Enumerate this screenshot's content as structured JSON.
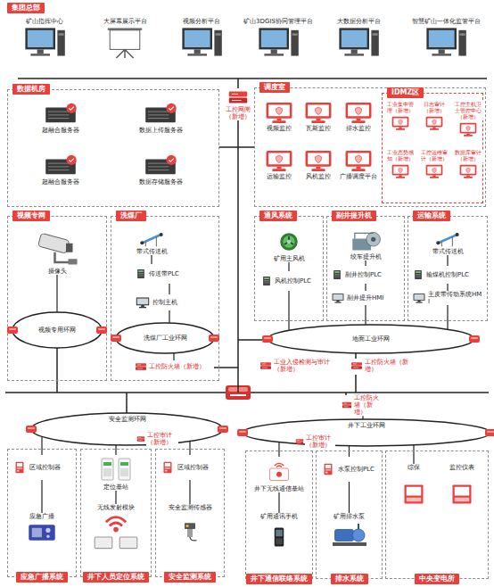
{
  "diagram": {
    "title": "集团总部",
    "nodes": [
      {
        "text": [
          "矿山指挥中心"
        ]
      },
      {
        "text": [
          "大屏幕展示平台"
        ]
      },
      {
        "text": [
          "视频分析平台"
        ]
      },
      {
        "text": [
          "矿山3DGIS协同管理平台"
        ]
      },
      {
        "text": [
          "大数据分析平台"
        ]
      },
      {
        "text": [
          "智慧矿山一体化监管平台"
        ]
      },
      {
        "text": [
          "数据机房"
        ]
      },
      {
        "text": [
          "超融合服务器"
        ],
        "in": 6
      },
      {
        "text": [
          "数据上传服务器"
        ],
        "in": 6
      },
      {
        "text": [
          "超融合服务器"
        ],
        "in": 6
      },
      {
        "text": [
          "数据存储服务器"
        ],
        "in": 6
      },
      {
        "text": [
          "工控网闸（新增）"
        ]
      },
      {
        "text": [
          "调度室"
        ]
      },
      {
        "text": [
          "视频监控"
        ],
        "in": 12
      },
      {
        "text": [
          "瓦斯监控"
        ],
        "in": 12
      },
      {
        "text": [
          "排水监控"
        ],
        "in": 12
      },
      {
        "text": [
          "运输监控"
        ],
        "in": 12
      },
      {
        "text": [
          "风机监控"
        ],
        "in": 12
      },
      {
        "text": [
          "广播调度平台"
        ],
        "in": 12
      },
      {
        "text": [
          "IDMZ区"
        ],
        "in": 12
      },
      {
        "text": [
          "工业集中管理（新增）"
        ],
        "in": 19
      },
      {
        "text": [
          "日志审计（新增）"
        ],
        "in": 19
      },
      {
        "text": [
          "工控主机卫士管控中心（新增）"
        ],
        "in": 19
      },
      {
        "text": [
          "工业态势感知（新增）"
        ],
        "in": 19
      },
      {
        "text": [
          "工控运维审计（新增）"
        ],
        "in": 19
      },
      {
        "text": [
          "数据库审计（新增）"
        ],
        "in": 19
      },
      {
        "text": [
          "视频专网"
        ]
      },
      {
        "text": [
          "摄像头"
        ],
        "in": 26
      },
      {
        "text": [
          "视频专用环网"
        ],
        "in": 26
      },
      {
        "text": [
          "洗煤厂"
        ]
      },
      {
        "text": [
          "带式传送机"
        ],
        "in": 29
      },
      {
        "text": [
          "传送带PLC"
        ],
        "in": 29
      },
      {
        "text": [
          "控制主机"
        ],
        "in": 29
      },
      {
        "text": [
          "洗煤厂工业环网"
        ],
        "in": 29
      },
      {
        "text": [
          "工控防火墙（新增）"
        ],
        "in": 29
      },
      {
        "text": [
          "通风系统"
        ]
      },
      {
        "text": [
          "矿用主风机"
        ],
        "in": 35
      },
      {
        "text": [
          "风机控制PLC"
        ],
        "in": 35
      },
      {
        "text": [
          "副井提升机"
        ]
      },
      {
        "text": [
          "绞车提升机"
        ],
        "in": 38
      },
      {
        "text": [
          "副井控制PLC"
        ],
        "in": 38
      },
      {
        "text": [
          "副井提升HMI"
        ],
        "in": 38
      },
      {
        "text": [
          "运输系统"
        ]
      },
      {
        "text": [
          "带式传送机"
        ],
        "in": 42
      },
      {
        "text": [
          "输煤机控制PLC"
        ],
        "in": 42
      },
      {
        "text": [
          "主皮带传动系统HMI"
        ],
        "in": 42
      },
      {
        "text": [
          "地面工业环网"
        ]
      },
      {
        "text": [
          "工业入侵检测与审计（新增）"
        ]
      },
      {
        "text": [
          "工控防火墙（新增）"
        ]
      },
      {
        "text": [
          "安全监测环网"
        ]
      },
      {
        "text": [
          "工控审计（新增）"
        ]
      },
      {
        "text": [
          "应急广播系统"
        ]
      },
      {
        "text": [
          "区域控制器"
        ],
        "in": 51
      },
      {
        "text": [
          "应急广播"
        ],
        "in": 51
      },
      {
        "text": [
          "井下人员定位系统"
        ]
      },
      {
        "text": [
          "定位基站"
        ],
        "in": 54
      },
      {
        "text": [
          "无线发射模块"
        ],
        "in": 54
      },
      {
        "text": [
          "安全监测系统"
        ]
      },
      {
        "text": [
          "区域控制器"
        ],
        "in": 57
      },
      {
        "text": [
          "安全监测传感器"
        ],
        "in": 57
      },
      {
        "text": [
          "工控防火墙（新增）"
        ]
      },
      {
        "text": [
          "井下工业环网"
        ]
      },
      {
        "text": [
          "工控审计（新增）"
        ]
      },
      {
        "text": [
          "井下通信联络系统"
        ]
      },
      {
        "text": [
          "井下无线通信基站"
        ],
        "in": 63
      },
      {
        "text": [
          "矿用通讯手机"
        ],
        "in": 63
      },
      {
        "text": [
          "排水系统"
        ]
      },
      {
        "text": [
          "水泵控制PLC"
        ],
        "in": 66
      },
      {
        "text": [
          "矿用排水泵"
        ],
        "in": 66
      },
      {
        "text": [
          "中央变电所"
        ]
      },
      {
        "text": [
          "综保"
        ],
        "in": 69
      },
      {
        "text": [
          "监控仪表"
        ],
        "in": 69
      }
    ],
    "edges": [
      {
        "from": 27,
        "to": 28,
        "arrow": "none"
      },
      {
        "from": 30,
        "to": 31,
        "arrow": "none"
      },
      {
        "from": 31,
        "to": 32,
        "arrow": "none"
      },
      {
        "from": 32,
        "to": 33,
        "arrow": "none"
      },
      {
        "from": 33,
        "to": 34,
        "arrow": "none"
      },
      {
        "from": 36,
        "to": 37,
        "arrow": "none"
      },
      {
        "from": 37,
        "to": 46,
        "arrow": "none"
      },
      {
        "from": 39,
        "to": 40,
        "arrow": "none"
      },
      {
        "from": 40,
        "to": 41,
        "arrow": "none"
      },
      {
        "from": 41,
        "to": 46,
        "arrow": "none"
      },
      {
        "from": 43,
        "to": 44,
        "arrow": "none"
      },
      {
        "from": 44,
        "to": 45,
        "arrow": "none"
      },
      {
        "from": 45,
        "to": 46,
        "arrow": "none"
      },
      {
        "from": 52,
        "to": 49,
        "arrow": "none"
      },
      {
        "from": 55,
        "to": 49,
        "arrow": "none"
      },
      {
        "from": 58,
        "to": 49,
        "arrow": "none"
      },
      {
        "from": 52,
        "to": 53,
        "arrow": "none"
      },
      {
        "from": 55,
        "to": 56,
        "arrow": "none"
      },
      {
        "from": 58,
        "to": 59,
        "arrow": "none"
      },
      {
        "from": 60,
        "to": 61,
        "arrow": "none"
      },
      {
        "from": 64,
        "to": 61,
        "arrow": "none"
      },
      {
        "from": 67,
        "to": 61,
        "arrow": "none"
      },
      {
        "from": 70,
        "to": 61,
        "arrow": "none"
      },
      {
        "from": 64,
        "to": 65,
        "arrow": "none"
      },
      {
        "from": 67,
        "to": 68,
        "arrow": "none"
      }
    ]
  }
}
